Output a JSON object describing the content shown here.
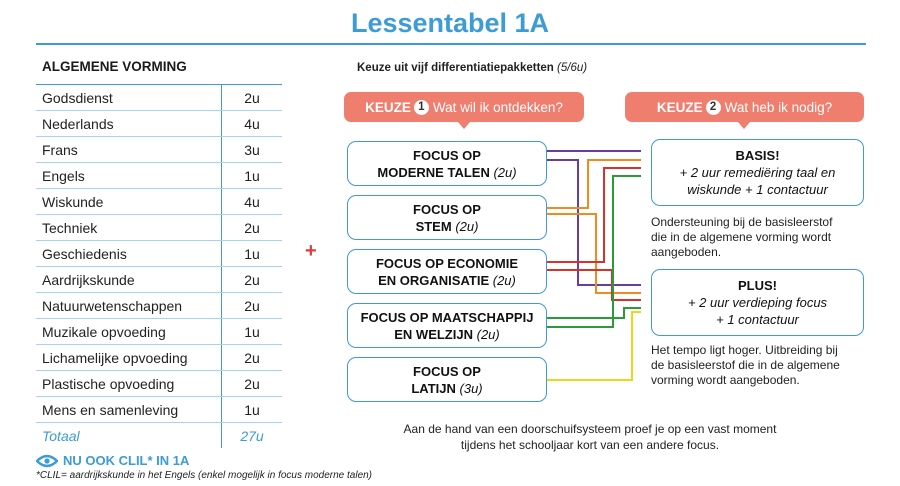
{
  "title": "Lessentabel 1A",
  "general": {
    "heading": "ALGEMENE VORMING",
    "rows": [
      {
        "name": "Godsdienst",
        "hours": "2u"
      },
      {
        "name": "Nederlands",
        "hours": "4u"
      },
      {
        "name": "Frans",
        "hours": "3u"
      },
      {
        "name": "Engels",
        "hours": "1u"
      },
      {
        "name": "Wiskunde",
        "hours": "4u"
      },
      {
        "name": "Techniek",
        "hours": "2u"
      },
      {
        "name": "Geschiedenis",
        "hours": "1u"
      },
      {
        "name": "Aardrijkskunde",
        "hours": "2u"
      },
      {
        "name": "Natuurwetenschappen",
        "hours": "2u"
      },
      {
        "name": "Muzikale opvoeding",
        "hours": "1u"
      },
      {
        "name": "Lichamelijke opvoeding",
        "hours": "2u"
      },
      {
        "name": "Plastische opvoeding",
        "hours": "2u"
      },
      {
        "name": "Mens en samenleving",
        "hours": "1u"
      }
    ],
    "total": {
      "name": "Totaal",
      "hours": "27u"
    }
  },
  "clil": {
    "label": "NU OOK CLIL* IN 1A",
    "footnote": "*CLIL= aardrijkskunde in het Engels (enkel mogelijk in focus moderne talen)"
  },
  "plus_sign": "+",
  "choice_intro": {
    "text": "Keuze uit vijf differentiatiepakketten",
    "hours": "(5/6u)"
  },
  "keuze1": {
    "word": "KEUZE",
    "num": "1",
    "question": "Wat wil ik ontdekken?"
  },
  "keuze2": {
    "word": "KEUZE",
    "num": "2",
    "question": "Wat heb ik nodig?"
  },
  "focus": [
    {
      "line1": "FOCUS OP",
      "line2": "MODERNE TALEN",
      "hours": "(2u)",
      "color": "#6a3d9a"
    },
    {
      "line1": "FOCUS OP",
      "line2": "STEM",
      "hours": "(2u)",
      "color": "#f08c1e"
    },
    {
      "line1": "FOCUS OP ECONOMIE",
      "line2": "EN ORGANISATIE",
      "hours": "(2u)",
      "color": "#d7332b"
    },
    {
      "line1": "FOCUS OP MAATSCHAPPIJ",
      "line2": "EN WELZIJN",
      "hours": "(2u)",
      "color": "#2a9a3a"
    },
    {
      "line1": "FOCUS OP",
      "line2": "LATIJN",
      "hours": "(3u)",
      "color": "#f5d21c"
    }
  ],
  "basis": {
    "title": "BASIS!",
    "line1": "+ 2 uur remediëring taal en",
    "line2": "wiskunde + 1 contactuur",
    "desc": [
      "Ondersteuning bij de basisleerstof",
      "die in de algemene vorming wordt",
      "aangeboden."
    ]
  },
  "plusbox": {
    "title": "PLUS!",
    "line1": "+ 2 uur verdieping focus",
    "line2": "+ 1 contactuur",
    "desc": [
      "Het tempo ligt hoger. Uitbreiding bij",
      "de basisleerstof die in de algemene",
      "vorming wordt aangeboden."
    ]
  },
  "bottom_note": {
    "line1": "Aan de hand van een doorschuifsysteem proef je op een vast moment",
    "line2": "tijdens het schooljaar kort van een andere focus."
  },
  "colors": {
    "accent": "#3d9bd6",
    "pill": "#f07e6e",
    "plus": "#e03a3a"
  }
}
